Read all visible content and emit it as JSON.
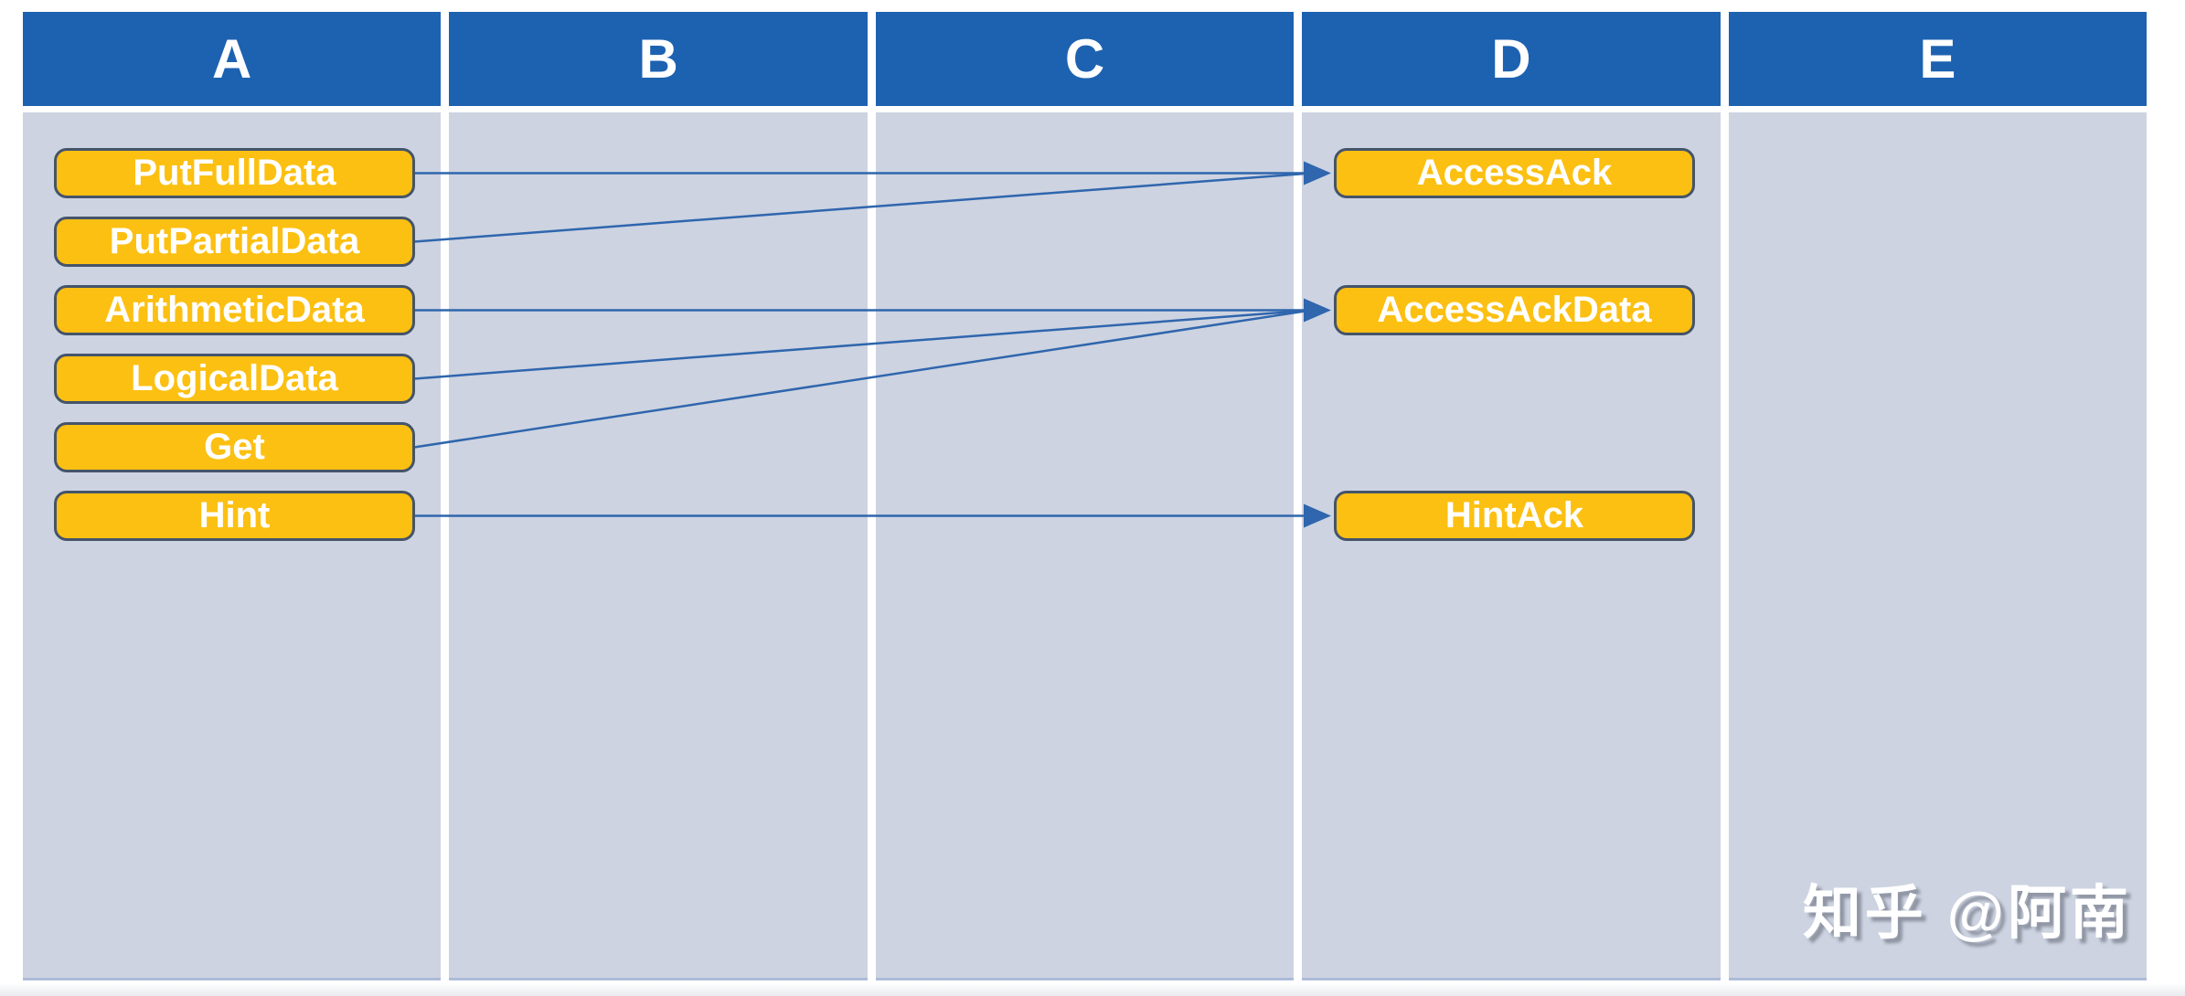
{
  "header": {
    "columns": [
      "A",
      "B",
      "C",
      "D",
      "E"
    ]
  },
  "colors": {
    "header_blue": "#1d62b0",
    "lane_gray": "#cdd3e1",
    "box_yellow": "#fcc012",
    "box_border_navy": "#44546a",
    "arrow_blue": "#2f66ad",
    "watermark_shadow": "#8f95a3"
  },
  "diagram": {
    "request_boxes": [
      {
        "label": "PutFullData",
        "row": 0
      },
      {
        "label": "PutPartialData",
        "row": 1
      },
      {
        "label": "ArithmeticData",
        "row": 2
      },
      {
        "label": "LogicalData",
        "row": 3
      },
      {
        "label": "Get",
        "row": 4
      },
      {
        "label": "Hint",
        "row": 5
      }
    ],
    "response_boxes": [
      {
        "label": "AccessAck",
        "row": 0
      },
      {
        "label": "AccessAckData",
        "row": 2
      },
      {
        "label": "HintAck",
        "row": 5
      }
    ],
    "edges": [
      {
        "from": "PutFullData",
        "to": "AccessAck"
      },
      {
        "from": "PutPartialData",
        "to": "AccessAck"
      },
      {
        "from": "ArithmeticData",
        "to": "AccessAckData"
      },
      {
        "from": "LogicalData",
        "to": "AccessAckData"
      },
      {
        "from": "Get",
        "to": "AccessAckData"
      },
      {
        "from": "Hint",
        "to": "HintAck"
      }
    ]
  },
  "watermark": {
    "text": "知乎 @阿南"
  }
}
